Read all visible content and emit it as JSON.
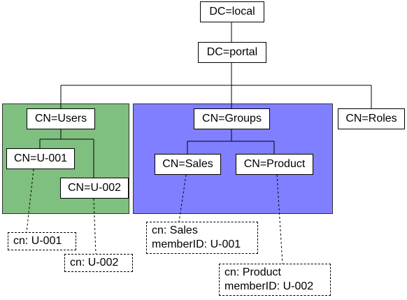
{
  "colors": {
    "users_group_fill": "#7fbf7f",
    "groups_group_fill": "#7f7fff"
  },
  "nodes": {
    "dc_local": "DC=local",
    "dc_portal": "DC=portal",
    "cn_users": "CN=Users",
    "cn_groups": "CN=Groups",
    "cn_roles": "CN=Roles",
    "cn_u001": "CN=U-001",
    "cn_u002": "CN=U-002",
    "cn_sales": "CN=Sales",
    "cn_product": "CN=Product"
  },
  "notes": {
    "u001": [
      "cn: U-001"
    ],
    "u002": [
      "cn: U-002"
    ],
    "sales": [
      "cn: Sales",
      "memberID: U-001"
    ],
    "product": [
      "cn: Product",
      "memberID: U-002"
    ]
  }
}
